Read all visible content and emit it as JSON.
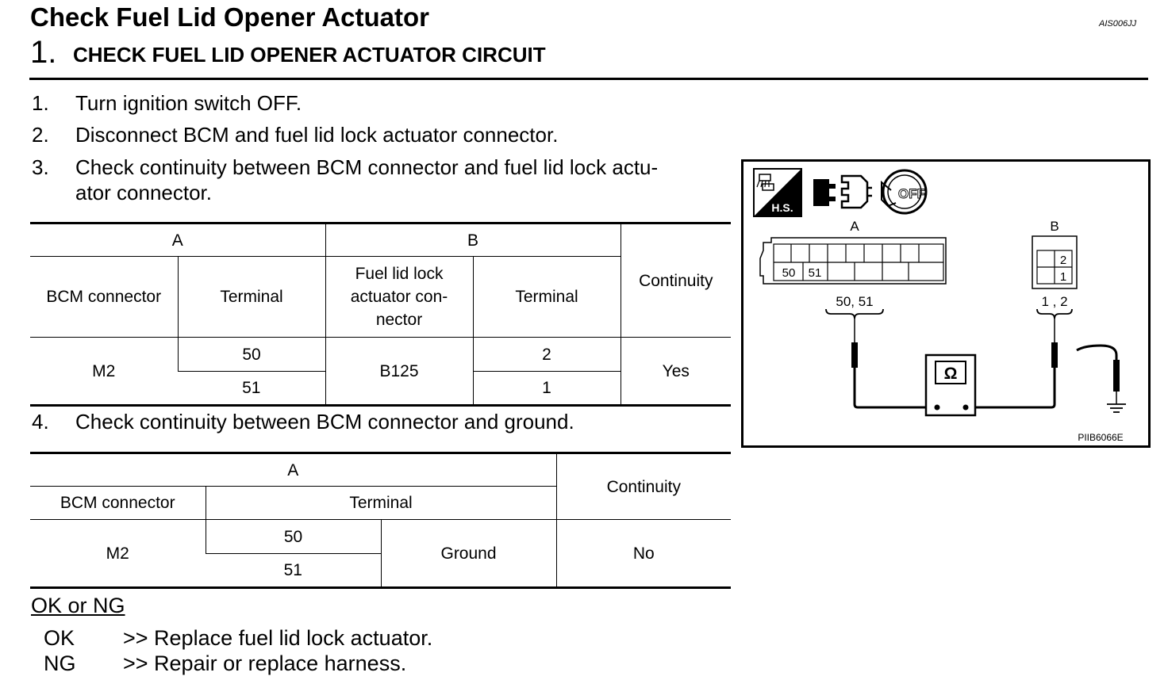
{
  "header": {
    "title": "Check Fuel Lid Opener Actuator",
    "doc_id": "AIS006JJ",
    "step_number": "1.",
    "step_title": "CHECK FUEL LID OPENER ACTUATOR CIRCUIT"
  },
  "instructions": [
    {
      "num": "1.",
      "text": "Turn ignition switch OFF."
    },
    {
      "num": "2.",
      "text": "Disconnect BCM and fuel lid lock actuator connector."
    },
    {
      "num": "3.",
      "line1": "Check continuity between BCM connector and fuel lid lock actu-",
      "line2": "ator connector."
    },
    {
      "num": "4.",
      "text": "Check continuity between BCM connector and ground."
    }
  ],
  "table1": {
    "group_a": "A",
    "group_b": "B",
    "continuity_header": "Continuity",
    "bcm_connector_header": "BCM connector",
    "terminal_header": "Terminal",
    "fuel_lid_header_lines": [
      "Fuel lid lock",
      "actuator con-",
      "nector"
    ],
    "terminal_header_b": "Terminal",
    "bcm_connector": "M2",
    "terminals_a": [
      "50",
      "51"
    ],
    "actuator_connector": "B125",
    "terminals_b": [
      "2",
      "1"
    ],
    "continuity": "Yes"
  },
  "table2": {
    "group_a": "A",
    "continuity_header": "Continuity",
    "bcm_connector_header": "BCM connector",
    "terminal_header": "Terminal",
    "bcm_connector": "M2",
    "terminals": [
      "50",
      "51"
    ],
    "ground": "Ground",
    "continuity": "No"
  },
  "result": {
    "heading": "OK or NG",
    "ok_label": "OK",
    "ok_text": ">> Replace fuel lid lock actuator.",
    "ng_label": "NG",
    "ng_text": ">> Repair or replace harness."
  },
  "figure": {
    "hs_label": "H.S.",
    "off_label": "OFF",
    "connector_a_label": "A",
    "connector_b_label": "B",
    "a_pins": [
      "50",
      "51"
    ],
    "b_pins": [
      "2",
      "1"
    ],
    "a_probe_label": "50, 51",
    "b_probe_label": "1 , 2",
    "meter_symbol": "Ω",
    "figure_code": "PIIB6066E"
  }
}
